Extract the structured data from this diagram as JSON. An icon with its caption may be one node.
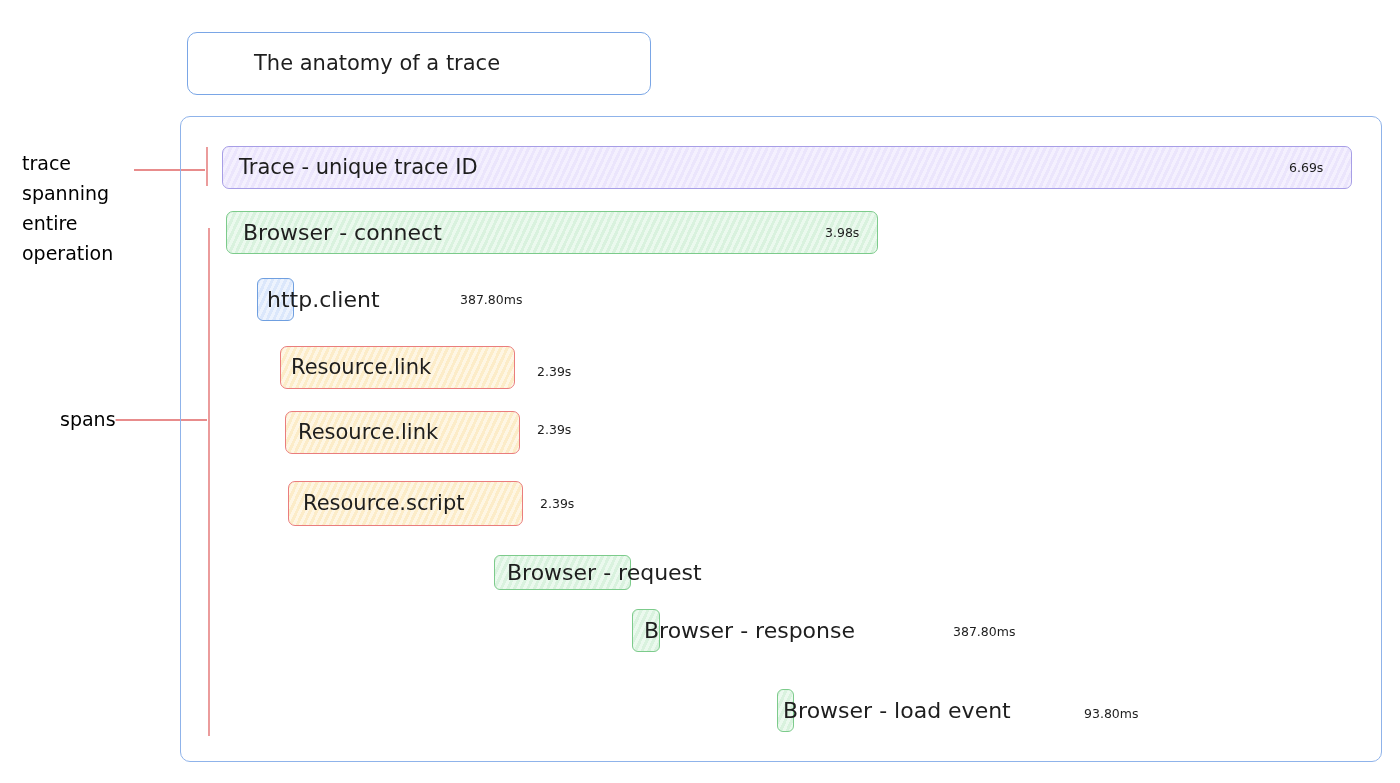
{
  "diagram": {
    "title": "The anatomy of a trace",
    "nodes": [
      {
        "text": [],
        "shape": "box"
      },
      {
        "text": [
          "Trace - unique trace ID",
          "6.69s"
        ],
        "in": 0
      },
      {
        "text": [
          "Browser - connect",
          "3.98s"
        ],
        "in": 0
      },
      {
        "text": [
          "http.client"
        ],
        "in": 0
      },
      {
        "text": [
          "Resource.link"
        ],
        "beside": [
          "2.39s"
        ],
        "in": 0
      },
      {
        "text": [
          "Resource.link"
        ],
        "beside": [
          "2.39s"
        ],
        "in": 0
      },
      {
        "text": [
          "Resource.script"
        ],
        "beside": [
          "2.39s"
        ],
        "in": 0
      },
      {
        "text": [
          "Browser - request"
        ],
        "in": 0
      },
      {
        "text": [
          "Browser - response"
        ],
        "in": 0
      },
      {
        "text": [
          "Browser - load event"
        ],
        "in": 0
      },
      {
        "text": [
          "trace spanning entire operation"
        ]
      },
      {
        "text": [
          "spans"
        ]
      },
      {
        "text": [],
        "shape": "bar",
        "in": 0
      },
      {
        "text": [],
        "shape": "bar",
        "in": 0
      },
      {
        "text": [],
        "shape": "bar",
        "in": 0
      },
      {
        "text": [],
        "shape": "bar",
        "in": 0
      }
    ],
    "edges": [
      {
        "from": 10,
        "to": null,
        "arrow": "none",
        "color": "#e06666"
      },
      {
        "from": 11,
        "to": null,
        "arrow": "none",
        "color": "#e06666"
      }
    ],
    "labels": [
      "387.80ms",
      "387.80ms",
      "93.80ms"
    ]
  }
}
